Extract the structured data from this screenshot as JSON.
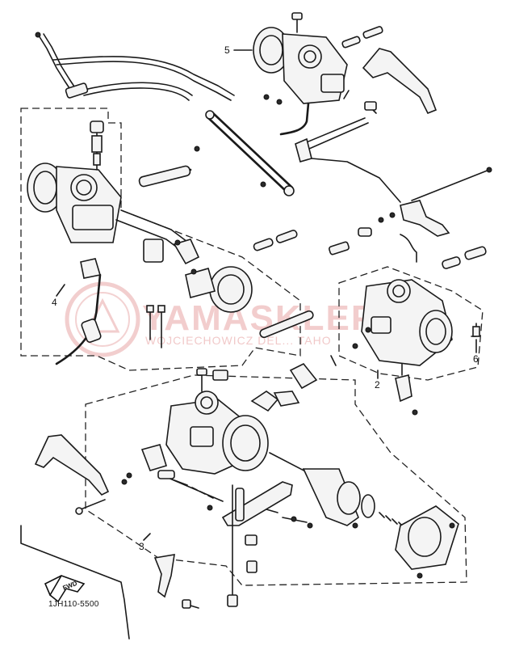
{
  "diagram": {
    "callouts": [
      {
        "id": "4",
        "text": "4"
      },
      {
        "id": "5",
        "text": "5"
      },
      {
        "id": "2",
        "text": "2"
      },
      {
        "id": "6",
        "text": "6"
      },
      {
        "id": "3",
        "text": "3"
      }
    ],
    "forward_marker": "FWD",
    "part_code": "1JH110-5500"
  },
  "watermark": {
    "brand": "YAMASKLEP.PL",
    "subtitle": "WOJCIECHOWICZ DEL... TAHO",
    "color": "#e8a5a5"
  }
}
